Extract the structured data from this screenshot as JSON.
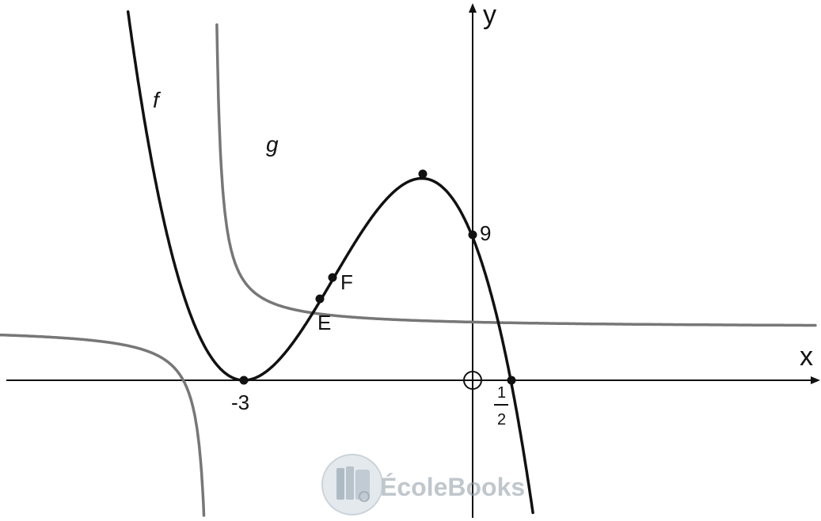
{
  "diagram": {
    "axes": {
      "x_label": "x",
      "y_label": "y"
    },
    "curves": [
      {
        "id": "f",
        "label": "f",
        "color": "#111111"
      },
      {
        "id": "g",
        "label": "g",
        "color": "#777777"
      }
    ],
    "points": [
      {
        "id": "E",
        "label": "E"
      },
      {
        "id": "F",
        "label": "F"
      }
    ],
    "tick_labels": {
      "root_left": "-3",
      "y_intercept": "9",
      "root_right_num": "1",
      "root_right_den": "2"
    },
    "watermark": {
      "text": "ÉcoleBooks"
    }
  }
}
